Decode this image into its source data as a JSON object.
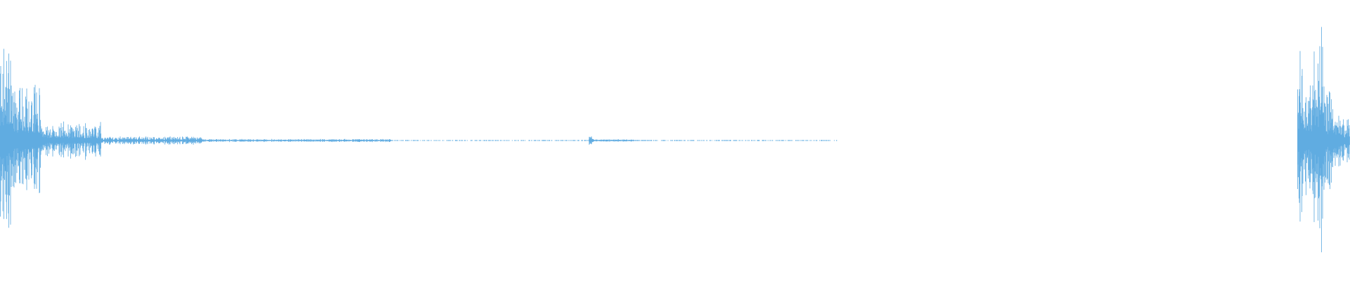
{
  "waveform": {
    "color": "#5aa9e0",
    "background": "#ffffff",
    "amplitude_envelope": {
      "note": "",
      "segments": [
        {
          "t_start": 0.0,
          "t_end": 0.008,
          "peak": 1.0
        },
        {
          "t_start": 0.008,
          "t_end": 0.03,
          "peak": 0.55
        },
        {
          "t_start": 0.03,
          "t_end": 0.075,
          "peak": 0.18
        },
        {
          "t_start": 0.075,
          "t_end": 0.15,
          "peak": 0.04
        },
        {
          "t_start": 0.15,
          "t_end": 0.29,
          "peak": 0.015
        },
        {
          "t_start": 0.29,
          "t_end": 0.36,
          "peak": 0.006
        },
        {
          "t_start": 0.36,
          "t_end": 0.436,
          "peak": 0.004
        },
        {
          "t_start": 0.436,
          "t_end": 0.44,
          "peak": 0.045
        },
        {
          "t_start": 0.44,
          "t_end": 0.47,
          "peak": 0.012
        },
        {
          "t_start": 0.47,
          "t_end": 0.56,
          "peak": 0.005
        },
        {
          "t_start": 0.56,
          "t_end": 0.62,
          "peak": 0.003
        },
        {
          "t_start": 0.62,
          "t_end": 0.96,
          "peak": 0.0
        },
        {
          "t_start": 0.961,
          "t_end": 0.965,
          "peak": 0.85
        },
        {
          "t_start": 0.965,
          "t_end": 0.972,
          "peak": 0.6
        },
        {
          "t_start": 0.972,
          "t_end": 0.98,
          "peak": 1.05
        },
        {
          "t_start": 0.98,
          "t_end": 0.988,
          "peak": 0.55
        },
        {
          "t_start": 0.988,
          "t_end": 1.0,
          "peak": 0.25
        }
      ]
    }
  }
}
